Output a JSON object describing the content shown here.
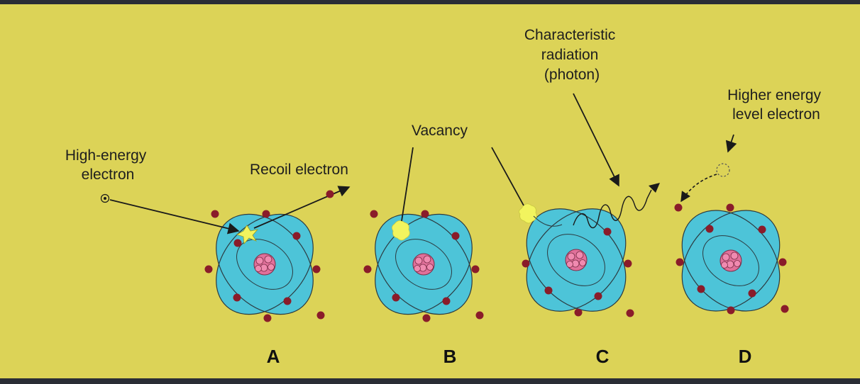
{
  "colors": {
    "background": "#dcd357",
    "frame": "#2a2d35",
    "atom_fill": "#4dc4d8",
    "orbit_line": "#2c3a40",
    "electron": "#8a1c2a",
    "nucleus": "#e0709a",
    "vacancy": "#f2f45e",
    "arrow": "#1a1a1a"
  },
  "labels": {
    "high_energy_electron": [
      "High-energy",
      "electron"
    ],
    "recoil_electron": "Recoil electron",
    "vacancy": "Vacancy",
    "characteristic_radiation": [
      "Characteristic",
      "radiation",
      "(photon)"
    ],
    "higher_energy_electron": [
      "Higher energy",
      "level electron"
    ]
  },
  "panels": [
    "A",
    "B",
    "C",
    "D"
  ]
}
